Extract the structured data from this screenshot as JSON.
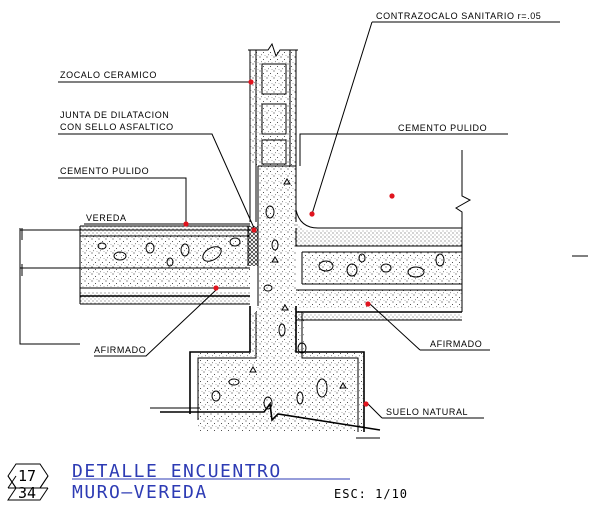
{
  "labels": {
    "contrazocalo": "CONTRAZOCALO SANITARIO r=.05",
    "zocalo": "ZOCALO CERAMICO",
    "junta_1": "JUNTA DE DILATACION",
    "junta_2": "CON SELLO ASFALTICO",
    "cemento_left": "CEMENTO PULIDO",
    "cemento_right": "CEMENTO PULIDO",
    "vereda": "VEREDA",
    "afirmado_left": "AFIRMADO",
    "afirmado_right": "AFIRMADO",
    "suelo": "SUELO NATURAL"
  },
  "title_block": {
    "sheet_top": "17",
    "sheet_bottom": "34",
    "title_line1": "DETALLE ENCUENTRO",
    "title_line2": "MURO—VEREDA",
    "scale": "ESC: 1/10"
  },
  "colors": {
    "title": "#2d3bb4",
    "marker": "#e0141e",
    "line": "#000000"
  }
}
